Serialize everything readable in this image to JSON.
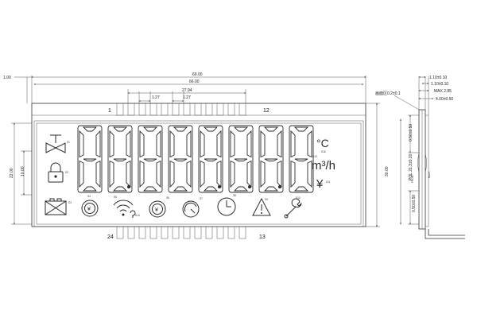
{
  "dimensions": {
    "left_small": "1.00",
    "overall_width": "69.00",
    "view_width": "66.00",
    "pitch_a": "1.27",
    "pitch_b": "1.27",
    "pin_span": "27.94",
    "height_outer": "30.00",
    "height_22": "22.00",
    "height_10": "10.00",
    "side_1": "1.10±0.10",
    "side_2": "1.10±0.10",
    "side_max": "MAX 2.85",
    "side_4": "4.00±0.50",
    "side_top_note": "画面区0.2±0.1",
    "side_p1": "0.50±0.50",
    "side_p2": "0.50±0.50",
    "side_pol": "POL 21.3±0.20"
  },
  "pins": {
    "top_left": "1",
    "top_right": "12",
    "bottom_left": "24",
    "bottom_right": "13"
  },
  "side_view": {
    "front": "FRONT",
    "back": "BACK"
  },
  "units": {
    "m3h": "m³/h",
    "celsius": "°C",
    "yen": "¥"
  },
  "icon_labels": {
    "valve": "S1",
    "lock": "S2",
    "battery": "S3",
    "coin": "S4",
    "wifi": "S5",
    "wifi_sub": "S14",
    "yen_coin": "S6",
    "gauge": "S7",
    "clock": "S8",
    "warning": "S9",
    "wrench": "S10",
    "m3h": "S15",
    "celsius": "S16",
    "yen_top": "S11"
  },
  "icons": [
    "valve-icon",
    "lock-icon",
    "battery-icon",
    "coin-icon",
    "wifi-icon",
    "yen-coin-icon",
    "gauge-icon",
    "clock-icon",
    "warning-icon",
    "wrench-icon"
  ]
}
